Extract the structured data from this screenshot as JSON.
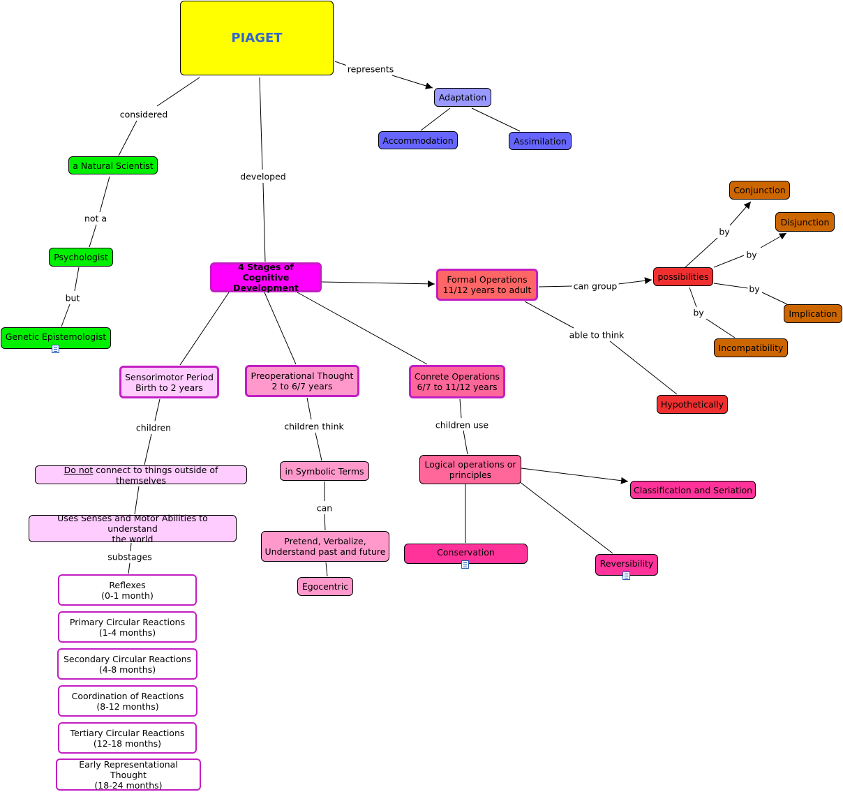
{
  "nodes": {
    "piaget": "PIAGET",
    "adaptation": "Adaptation",
    "accommodation": "Accommodation",
    "assimilation": "Assimilation",
    "natural_scientist": "a Natural Scientist",
    "psychologist": "Psychologist",
    "genetic_epistemologist": "Genetic Epistemologist",
    "four_stages": "4 Stages of Cognitive\nDevelopment",
    "formal_operations": "Formal Operations\n11/12 years to adult",
    "possibilities": "possibilities",
    "conjunction": "Conjunction",
    "disjunction": "Disjunction",
    "implication": "Implication",
    "incompatibility": "Incompatibility",
    "hypothetically": "Hypothetically",
    "sensorimotor": "Sensorimotor Period\nBirth to 2 years",
    "preoperational": "Preoperational Thought\n2 to 6/7 years",
    "concrete": "Conrete Operations\n6/7 to 11/12 years",
    "do_not_u": "Do not",
    "do_not_rest": " connect to things outside of themselves",
    "senses": "Uses Senses and Motor Abilities to understand\nthe world",
    "symbolic": "in Symbolic Terms",
    "pretend": "Pretend, Verbalize,\nUnderstand past and future",
    "egocentric": "Egocentric",
    "logical": "Logical operations or\nprinciples",
    "classification": "Classification and Seriation",
    "conservation": "Conservation",
    "reversibility": "Reversibility",
    "reflexes": "Reflexes\n(0-1 month)",
    "primary": "Primary Circular Reactions\n(1-4 months)",
    "secondary": "Secondary Circular Reactions\n(4-8 months)",
    "coordination": "Coordination of Reactions\n(8-12 months)",
    "tertiary": "Tertiary Circular Reactions\n(12-18 months)",
    "early": "Early Representational Thought\n(18-24 months)"
  },
  "links": {
    "represents": "represents",
    "considered": "considered",
    "developed": "developed",
    "not_a": "not a",
    "but": "but",
    "can_group": "can group",
    "by1": "by",
    "by2": "by",
    "by3": "by",
    "by4": "by",
    "able_to_think": "able to think",
    "children": "children",
    "children_think": "children think",
    "children_use": "children use",
    "can": "can",
    "substages": "substages"
  },
  "colors": {
    "piaget_bg": "#ffff00",
    "piaget_text": "#3366cc",
    "stage_border": "#c21ec2"
  },
  "icons": [
    "document-icon"
  ]
}
